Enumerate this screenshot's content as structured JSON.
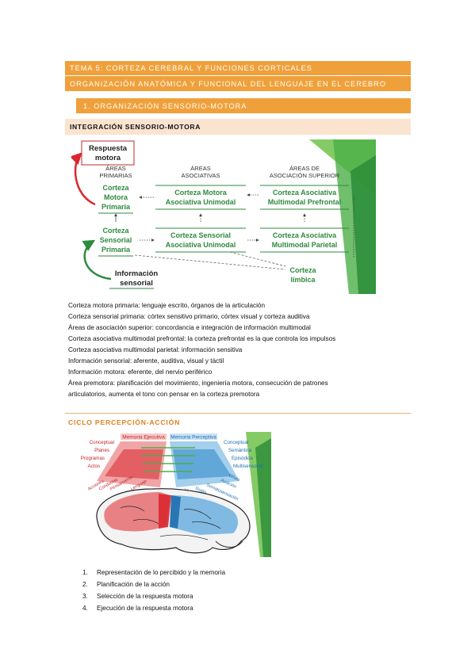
{
  "header": {
    "tema": "TEMA 5: CORTEZA CEREBRAL Y FUNCIONES CORTICALES",
    "organizacion": "ORGANIZACIÓN ANATÓMICA Y FUNCIONAL DEL LENGUAJE EN EL CEREBRO",
    "section": "1.   ORGANIZACIÓN SENSORIO-MOTORA"
  },
  "integracion": {
    "title": "INTEGRACIÓN SENSORIO-MOTORA",
    "diagram": {
      "respuesta": [
        "Respuesta",
        "motora"
      ],
      "col_primarias": [
        "ÁREAS",
        "PRIMARIAS"
      ],
      "col_asociativas": [
        "ÁREAS",
        "ASOCIATIVAS"
      ],
      "col_superior": [
        "ÁREAS DE",
        "ASOCIACIÓN SUPERIOR"
      ],
      "motora_primaria": [
        "Corteza",
        "Motora",
        "Primaria"
      ],
      "sensorial_primaria": [
        "Corteza",
        "Sensorial",
        "Primaria"
      ],
      "motora_unimodal": [
        "Corteza Motora",
        "Asociativa Unimodal"
      ],
      "sensorial_unimodal": [
        "Corteza Sensorial",
        "Asociativa Unimodal"
      ],
      "prefrontal": [
        "Corteza Asociativa",
        "Multimodal Prefrontal"
      ],
      "parietal": [
        "Corteza Asociativa",
        "Multimodal Parietal"
      ],
      "informacion": [
        "Información",
        "sensorial"
      ],
      "limbica": [
        "Corteza",
        "límbica"
      ]
    },
    "descriptions": [
      "Corteza motora primaria: lenguaje escrito, órganos de la articulación",
      "Corteza sensorial primaria: córtex sensitivo primario, córtex visual y corteza auditiva",
      "Áreas de asociación superior: concordancia e integración de información multimodal",
      "Corteza asociativa multimodal prefrontal: la corteza prefrontal es la que controla los impulsos",
      "Corteza asociativa multimodal parietal: información sensitiva",
      "Información sensorial: aferente, auditiva, visual y táctil",
      "Información motora: eferente, del nervio periférico",
      "Área premotora: planificación del movimiento, ingeniería motora, consecución de patrones",
      "articulatorios, aumenta el tono con pensar en la corteza premotora"
    ]
  },
  "ciclo": {
    "title": "CICLO PERCEPCIÓN-ACCIÓN",
    "diagram": {
      "memoria_ejecutiva": "Memoria Ejecutiva",
      "memoria_perceptiva": "Memoria Perceptiva",
      "left_labels": [
        "Conceptual",
        "Planes",
        "Programas",
        "Actos"
      ],
      "right_labels": [
        "Conceptual",
        "Semántica",
        "Episódica",
        "Multisensorial"
      ],
      "bottom_red": [
        "Acciones",
        "Conductas",
        "Pensamiento",
        "Lenguaje"
      ],
      "bottom_blue": [
        "Visión",
        "Gusto",
        "Somatosensación",
        "Audición",
        "Olfato"
      ]
    },
    "steps": [
      {
        "num": "1.",
        "text": "Representación de lo percibido y la memoria"
      },
      {
        "num": "2.",
        "text": "Planificación de la acción"
      },
      {
        "num": "3.",
        "text": "Selección de la respuesta motora"
      },
      {
        "num": "4.",
        "text": "Ejecución de la respuesta motora"
      }
    ]
  },
  "colors": {
    "orange": "#f0a03a",
    "peach": "#fbe4cf",
    "green": "#2e8a3e",
    "red": "#d9272e",
    "blue": "#2a86c6"
  }
}
